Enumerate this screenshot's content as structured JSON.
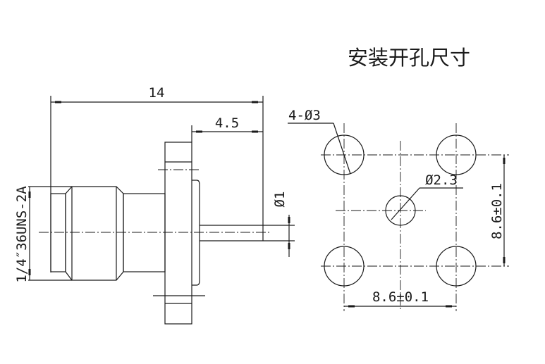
{
  "title": "安装开孔尺寸",
  "side_view": {
    "overall_length": "14",
    "flange_to_pin_end": "4.5",
    "pin_diameter": "Ø1",
    "thread_spec": "1/4″36UNS-2A"
  },
  "hole_pattern": {
    "mount_holes": "4-Ø3",
    "center_hole": "Ø2.3",
    "horizontal_spacing": "8.6±0.1",
    "vertical_spacing": "8.6±0.1"
  }
}
